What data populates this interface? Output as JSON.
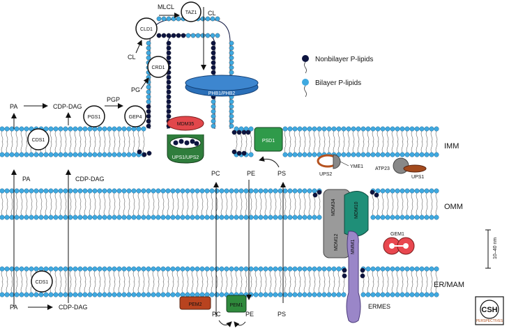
{
  "legend": {
    "nonbilayer": "Nonbilayer P-lipids",
    "bilayer": "Bilayer P-lipids"
  },
  "membranes": {
    "imm": "IMM",
    "omm": "OMM",
    "er": "ER/MAM"
  },
  "scale_label": "10–40 nm",
  "complex_label": "ERMES",
  "logo": {
    "line1": "CSH",
    "line2": "PERSPECTIVES"
  },
  "proteins": {
    "taz1": "TAZ1",
    "cld1": "CLD1",
    "crd1": "CRD1",
    "gep4": "GEP4",
    "pgs1": "PGS1",
    "cds1_imm": "CDS1",
    "cds1_er": "CDS1",
    "mdm35": "MDM35",
    "ups1_ups2": "UPS1/UPS2",
    "phb": "PHB1/PHB2",
    "psd1": "PSD1",
    "ups2": "UPS2",
    "yme1": "YME1",
    "atp23": "ATP23",
    "ups1": "UPS1",
    "mdm34": "MDM34",
    "mdm10": "MDM10",
    "mdm12": "MDM12",
    "mmm1": "MMM1",
    "gem1": "GEM1",
    "pem2": "PEM2",
    "pem1": "PEM1"
  },
  "lipids": {
    "mlcl": "MLCL",
    "cl_top": "CL",
    "cl_left": "CL",
    "pg": "PG",
    "pgp": "PGP",
    "pa_imm": "PA",
    "cdpdag_imm": "CDP-DAG",
    "pa_ims": "PA",
    "cdpdag_ims": "CDP-DAG",
    "pa_er": "PA",
    "cdpdag_er": "CDP-DAG",
    "pc_ims": "PC",
    "pe_ims": "PE",
    "ps_ims": "PS",
    "pc_er": "PC",
    "pe_er": "PE",
    "ps_er": "PS"
  },
  "colors": {
    "bilayer": "#3fa9e0",
    "nonbilayer": "#0d1440",
    "mdm35": "#e2474b",
    "ups_green": "#2f7d3c",
    "psd1": "#2f9a4a",
    "phb": "#2a6fb8",
    "mdm34": "#9a9a9a",
    "mdm10": "#1f8f78",
    "mmm1": "#9a86c8",
    "gem1": "#e8474f",
    "pem2": "#b8431f",
    "pem1": "#2f8a3c",
    "ups2_ring": "#b5521f",
    "ups1_brown": "#a34a1d"
  }
}
